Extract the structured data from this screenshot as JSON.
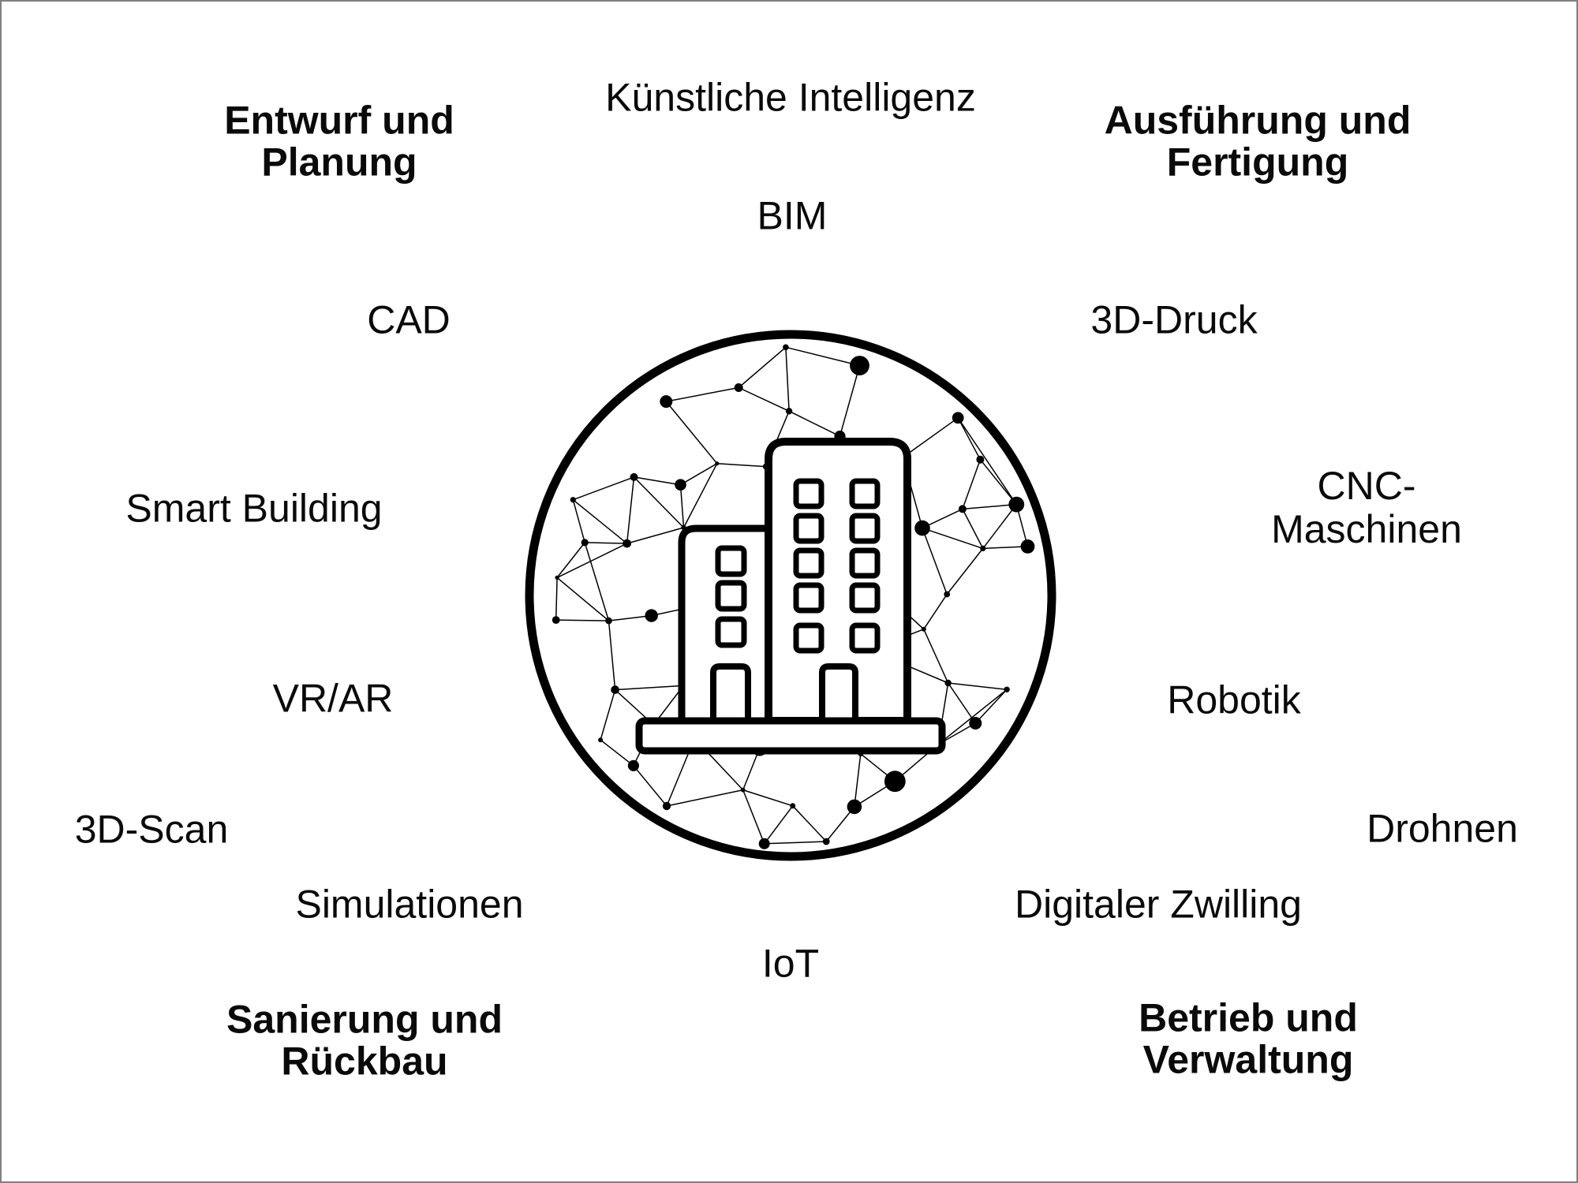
{
  "colors": {
    "background": "#ffffff",
    "border": "#808080",
    "ink": "#000000"
  },
  "icons": {
    "center": "building-network-icon"
  },
  "phase_labels": {
    "top_left": "Entwurf und\nPlanung",
    "top_right": "Ausführung und\nFertigung",
    "bottom_left": "Sanierung und\nRückbau",
    "bottom_right": "Betrieb und\nVerwaltung"
  },
  "technology_labels": {
    "kuenstliche_intelligenz": "Künstliche Intelligenz",
    "bim": "BIM",
    "cad": "CAD",
    "druck_3d": "3D-Druck",
    "smart_building": "Smart Building",
    "cnc_maschinen": "CNC-Maschinen",
    "vr_ar": "VR/AR",
    "robotik": "Robotik",
    "scan_3d": "3D-Scan",
    "drohnen": "Drohnen",
    "simulationen": "Simulationen",
    "digitaler_zwilling": "Digitaler Zwilling",
    "iot": "IoT"
  }
}
